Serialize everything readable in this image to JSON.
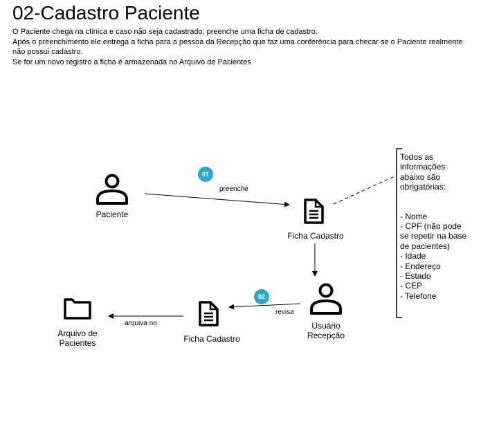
{
  "title": "02-Cadastro Paciente",
  "description": {
    "line1": "O Paciente chega na clínica e caso não seja cadastrado, preenche uma ficha de cadastro.",
    "line2": "Após o preenchimento ele entrega a ficha para a pessoa da Recepção que faz uma conferência para checar se o Paciente realmente não possui cadastro.",
    "line3": "Se for um novo registro a ficha é armazenada no Arquivo de Pacientes"
  },
  "nodes": {
    "paciente": {
      "label": "Paciente",
      "icon": "user-icon"
    },
    "ficha_top": {
      "label": "Ficha Cadastro",
      "icon": "document-icon"
    },
    "recepcao": {
      "label_line1": "Usuário",
      "label_line2": "Recepção",
      "icon": "user-icon"
    },
    "ficha_bottom": {
      "label": "Ficha Cadastro",
      "icon": "document-icon"
    },
    "arquivo": {
      "label_line1": "Arquivo de",
      "label_line2": "Pacientes",
      "icon": "folder-icon"
    }
  },
  "edges": {
    "preenche": "preenche",
    "revisa": "revisa",
    "arquiva_no": "arquiva no"
  },
  "badges": {
    "step1": "01",
    "step2": "02",
    "color": "#2ea7bf"
  },
  "note": {
    "line1": "Todos as",
    "line2": "informações",
    "line3": "abaixo são",
    "line4": "obrigatórias:",
    "items": [
      "- Nome",
      "- CPF (não pode se repetir na base de pacientes)",
      "- Idade",
      "- Endereço",
      "- Estado",
      "- CEP",
      "- Telefone"
    ]
  }
}
